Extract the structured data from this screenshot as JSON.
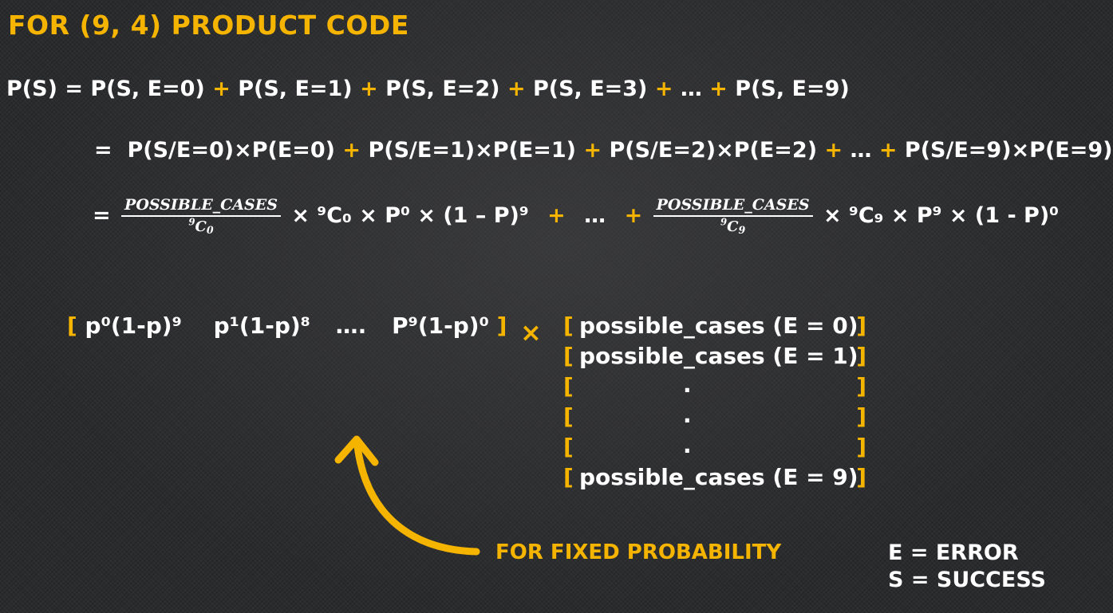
{
  "title": "FOR (9, 4) PRODUCT CODE",
  "line1": {
    "lhs": "P(S)  =",
    "terms": [
      "P(S, E=0)",
      "P(S, E=1)",
      "P(S, E=2)",
      "P(S, E=3)",
      "…",
      "P(S, E=9)"
    ],
    "op": "+"
  },
  "line2": {
    "eq": "=",
    "terms": [
      "P(S/E=0)×P(E=0)",
      "P(S/E=1)×P(E=1)",
      "P(S/E=2)×P(E=2)",
      "…",
      "P(S/E=9)×P(E=9)"
    ],
    "op": "+"
  },
  "line3": {
    "eq": "=",
    "frac_num": "POSSIBLE_CASES",
    "frac1_den": "C",
    "frac1_den_sub": "0",
    "frac2_den": "C",
    "frac2_den_sub": "9",
    "term1": "× ⁹C₀ × P⁰ × (1 – P)⁹",
    "term2": "× ⁹C₉ × P⁹ × (1 - P)⁰",
    "ellipsis": "…",
    "op": "+"
  },
  "vector": {
    "open": "[",
    "close": "]",
    "items": [
      "p⁰(1-p)⁹",
      "p¹(1-p)⁸",
      "….",
      "P⁹(1-p)⁰"
    ]
  },
  "times": "×",
  "matrix": {
    "rows": [
      {
        "text": "possible_cases (E = 0)"
      },
      {
        "text": "possible_cases (E = 1)"
      },
      {
        "text": "."
      },
      {
        "text": "."
      },
      {
        "text": "."
      },
      {
        "text": "possible_cases (E = 9)"
      }
    ]
  },
  "note": "FOR FIXED PROBABILITY",
  "legend": [
    "E = ERROR",
    "S = SUCCESS"
  ],
  "colors": {
    "accent": "#f5b400",
    "text": "#ffffff",
    "background": "#2a2b2d"
  }
}
